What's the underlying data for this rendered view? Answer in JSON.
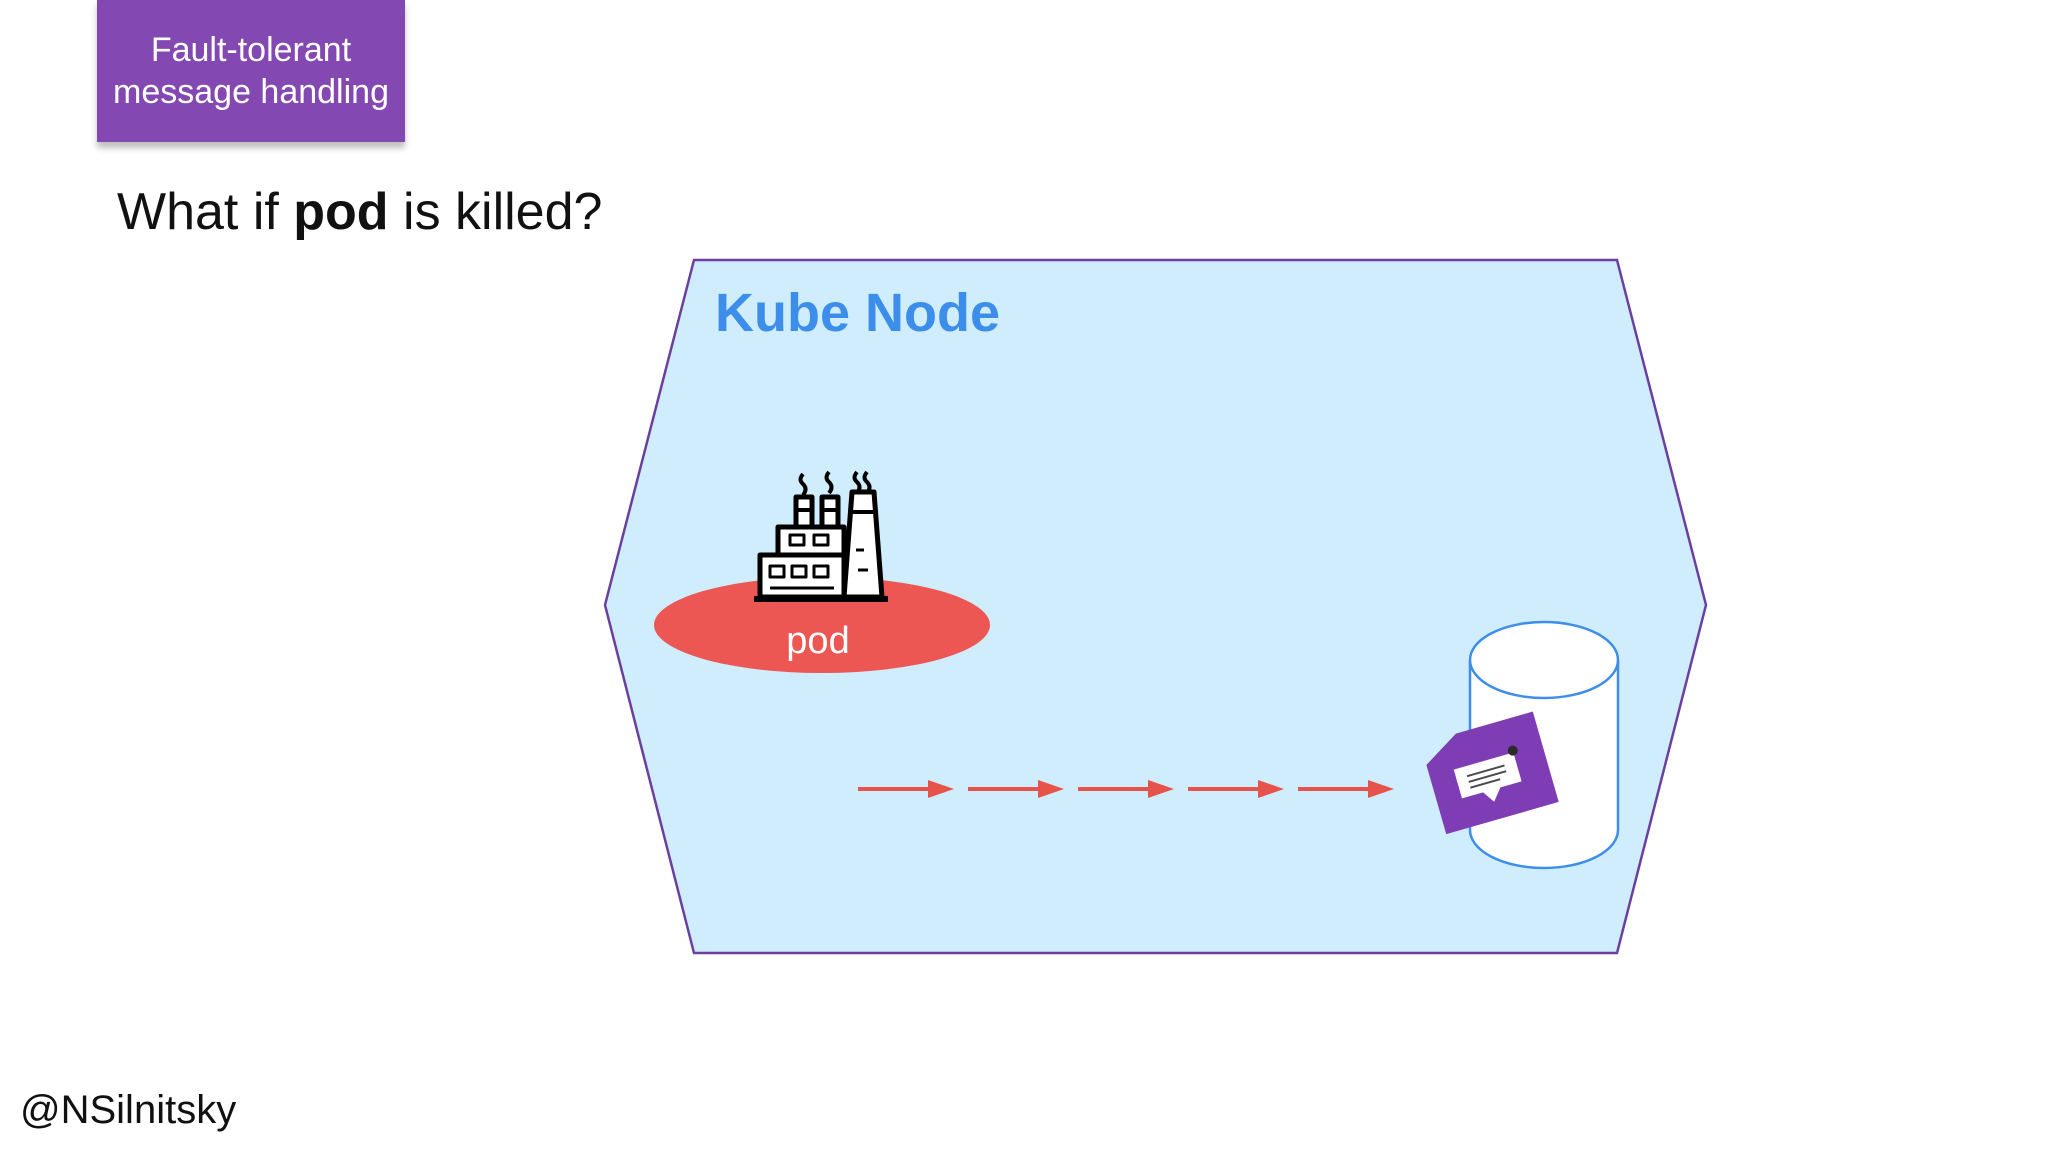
{
  "slide": {
    "section_tag": [
      "Fault-tolerant",
      "message handling"
    ],
    "headline": {
      "prefix": "What if ",
      "emphasis": "pod",
      "suffix": " is killed?"
    },
    "author_handle": "@NSilnitsky"
  },
  "diagram": {
    "node_label": "Kube Node",
    "pod_label": "pod",
    "arrow_count": 5,
    "colors": {
      "node_fill": "#CFEDFD",
      "node_border": "#6B3FA0",
      "node_label": "#3D8EEA",
      "pod_fill": "#EC5753",
      "pod_label": "#FFFFFF",
      "arrow": "#E5534B",
      "database_stroke": "#3D8EEA",
      "message_badge": "#7E3DB4",
      "section_tag": "#8348B1"
    },
    "icons": {
      "pod": "factory-icon",
      "storage": "database-icon",
      "message": "envelope-icon"
    }
  }
}
